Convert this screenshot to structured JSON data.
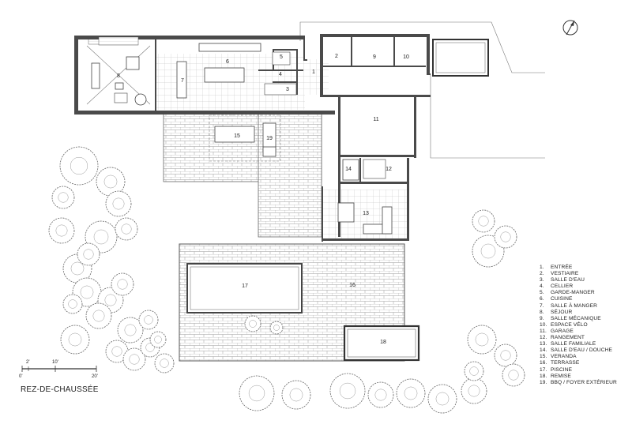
{
  "title": "REZ-DE-CHAUSSÉE",
  "scale_labels": [
    "0'",
    "2'",
    "10'",
    "20'"
  ],
  "rooms": [
    {
      "num": "1",
      "name": "ENTRÉE"
    },
    {
      "num": "2",
      "name": "VESTIAIRE"
    },
    {
      "num": "3",
      "name": "SALLE D'EAU"
    },
    {
      "num": "4",
      "name": "CELLIER"
    },
    {
      "num": "5",
      "name": "GARDE-MANGER"
    },
    {
      "num": "6",
      "name": "CUISINE"
    },
    {
      "num": "7",
      "name": "SALLE À MANGER"
    },
    {
      "num": "8",
      "name": "SÉJOUR"
    },
    {
      "num": "9",
      "name": "SALLE MÉCANIQUE"
    },
    {
      "num": "10",
      "name": "ESPACE VÉLO"
    },
    {
      "num": "11",
      "name": "GARAGE"
    },
    {
      "num": "12",
      "name": "RANGEMENT"
    },
    {
      "num": "13",
      "name": "SALLE FAMILIALE"
    },
    {
      "num": "14",
      "name": "SALLE D'EAU / DOUCHE"
    },
    {
      "num": "15",
      "name": "VERANDA"
    },
    {
      "num": "16",
      "name": "TERRASSE"
    },
    {
      "num": "17",
      "name": "PISCINE"
    },
    {
      "num": "18",
      "name": "REMISE"
    },
    {
      "num": "19",
      "name": "BBQ / FOYER EXTÉRIEUR"
    }
  ],
  "icons": {
    "north_arrow": "north-arrow-icon"
  }
}
